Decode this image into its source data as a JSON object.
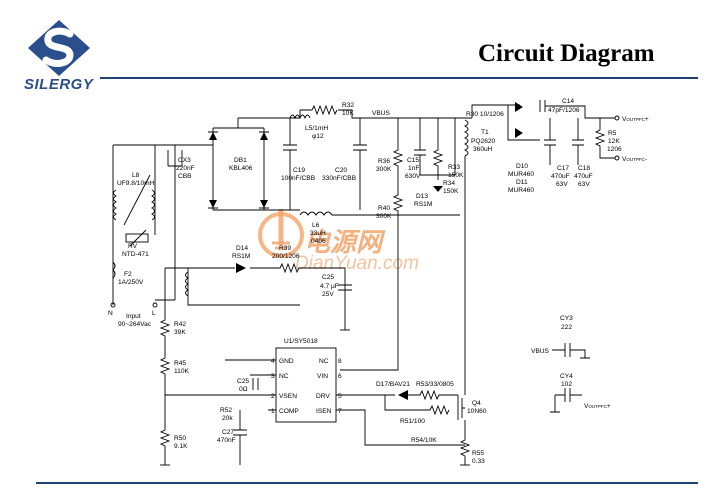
{
  "header": {
    "title": "Circuit Diagram",
    "brand": "SILERGY"
  },
  "watermark": {
    "cn": "电源网",
    "site": "DianYuan.com",
    "color": "#f2a46a"
  },
  "accent_colors": {
    "brand_blue": "#2a4f8c",
    "rule": "#1f3f75"
  },
  "labels": {
    "r32": "R32",
    "r32v": "10K",
    "vbus": "VBUS",
    "l5": "L5/1mH",
    "l5b": "φ12",
    "cx3": "CX3",
    "cx3v": "220nF",
    "cx3t": "CBB",
    "db1": "DB1",
    "db1v": "KBL406",
    "c19": "C19",
    "c19v": "100nF/CBB",
    "c20": "C20",
    "c20v": "330nF/CBB",
    "l8": "L8",
    "l8v": "UF9.8/10mH",
    "rv": "RV",
    "rvv": "NTD-471",
    "f2": "F2",
    "f2v": "1A/250V",
    "n": "N",
    "l": "L",
    "input1": "Input",
    "input2": "90~264Vac",
    "l6": "L6",
    "l6v": "33uH",
    "l6t": "0406",
    "d14": "D14",
    "d14v": "RS1M",
    "r39": "R39",
    "r39v": "200/1206",
    "c25": "C25",
    "c25v": "4.7 μF",
    "c25t": "25V",
    "r36": "R36",
    "r36v": "300K",
    "r40": "R40",
    "r40v": "300K",
    "c15": "C15",
    "c15v": "1nF",
    "c15t": "630V",
    "r33": "R33",
    "r33v": "150K",
    "r34": "R34",
    "r34v": "150K",
    "d13": "D13",
    "d13v": "RS1M",
    "r30": "R30 10/1206",
    "t1": "T1",
    "t1v": "PQ2620",
    "t1t": "360uH",
    "c14": "C14",
    "c14v": "47pF/1206",
    "d10": "D10",
    "d10v": "MUR460",
    "d11": "D11",
    "d11v": "MUR460",
    "c17": "C17",
    "c17v": "470uF",
    "c17t": "63V",
    "c18": "C18",
    "c18v": "470uF",
    "c18t": "63V",
    "r5": "R5",
    "r5v": "12K",
    "r5t": "1206",
    "vout_p": "V",
    "vout_p_sub": "OUTPFC",
    "vout_p_sign": "+",
    "vout_m": "V",
    "vout_m_sub": "OUTPFC",
    "vout_m_sign": "-",
    "r42": "R42",
    "r42v": "39K",
    "r45": "R45",
    "r45v": "110K",
    "r50": "R50",
    "r50v": "9.1K",
    "u1": "U1/SY5018",
    "pin_gnd": "GND",
    "pin_nc1": "NC",
    "pin_vsen": "VSEN",
    "pin_comp": "COMP",
    "pin_nc2": "NC",
    "pin_vin": "VIN",
    "pin_drv": "DRV",
    "pin_isen": "ISEN",
    "p4": "4",
    "p3": "3",
    "p2": "2",
    "p1": "1",
    "p8": "8",
    "p6": "6",
    "p5": "5",
    "p7": "7",
    "c25b": "C25",
    "c25bv": "0Ω",
    "r52": "R52",
    "r52v": "20k",
    "c27": "C27",
    "c27v": "470nF",
    "d17": "D17/BAV21",
    "r53": "R53/33/0805",
    "r51": "R51/100",
    "q4": "Q4",
    "q4v": "10N60",
    "r54": "R54/10K",
    "r55": "R55",
    "r55v": "0.33",
    "cy3": "CY3",
    "cy3v": "222",
    "cy3n": "VBUS",
    "cy4": "CY4",
    "cy4v": "102",
    "cy4n": "V",
    "cy4n_sub": "OUTPFC",
    "cy4n_sign": "+"
  }
}
